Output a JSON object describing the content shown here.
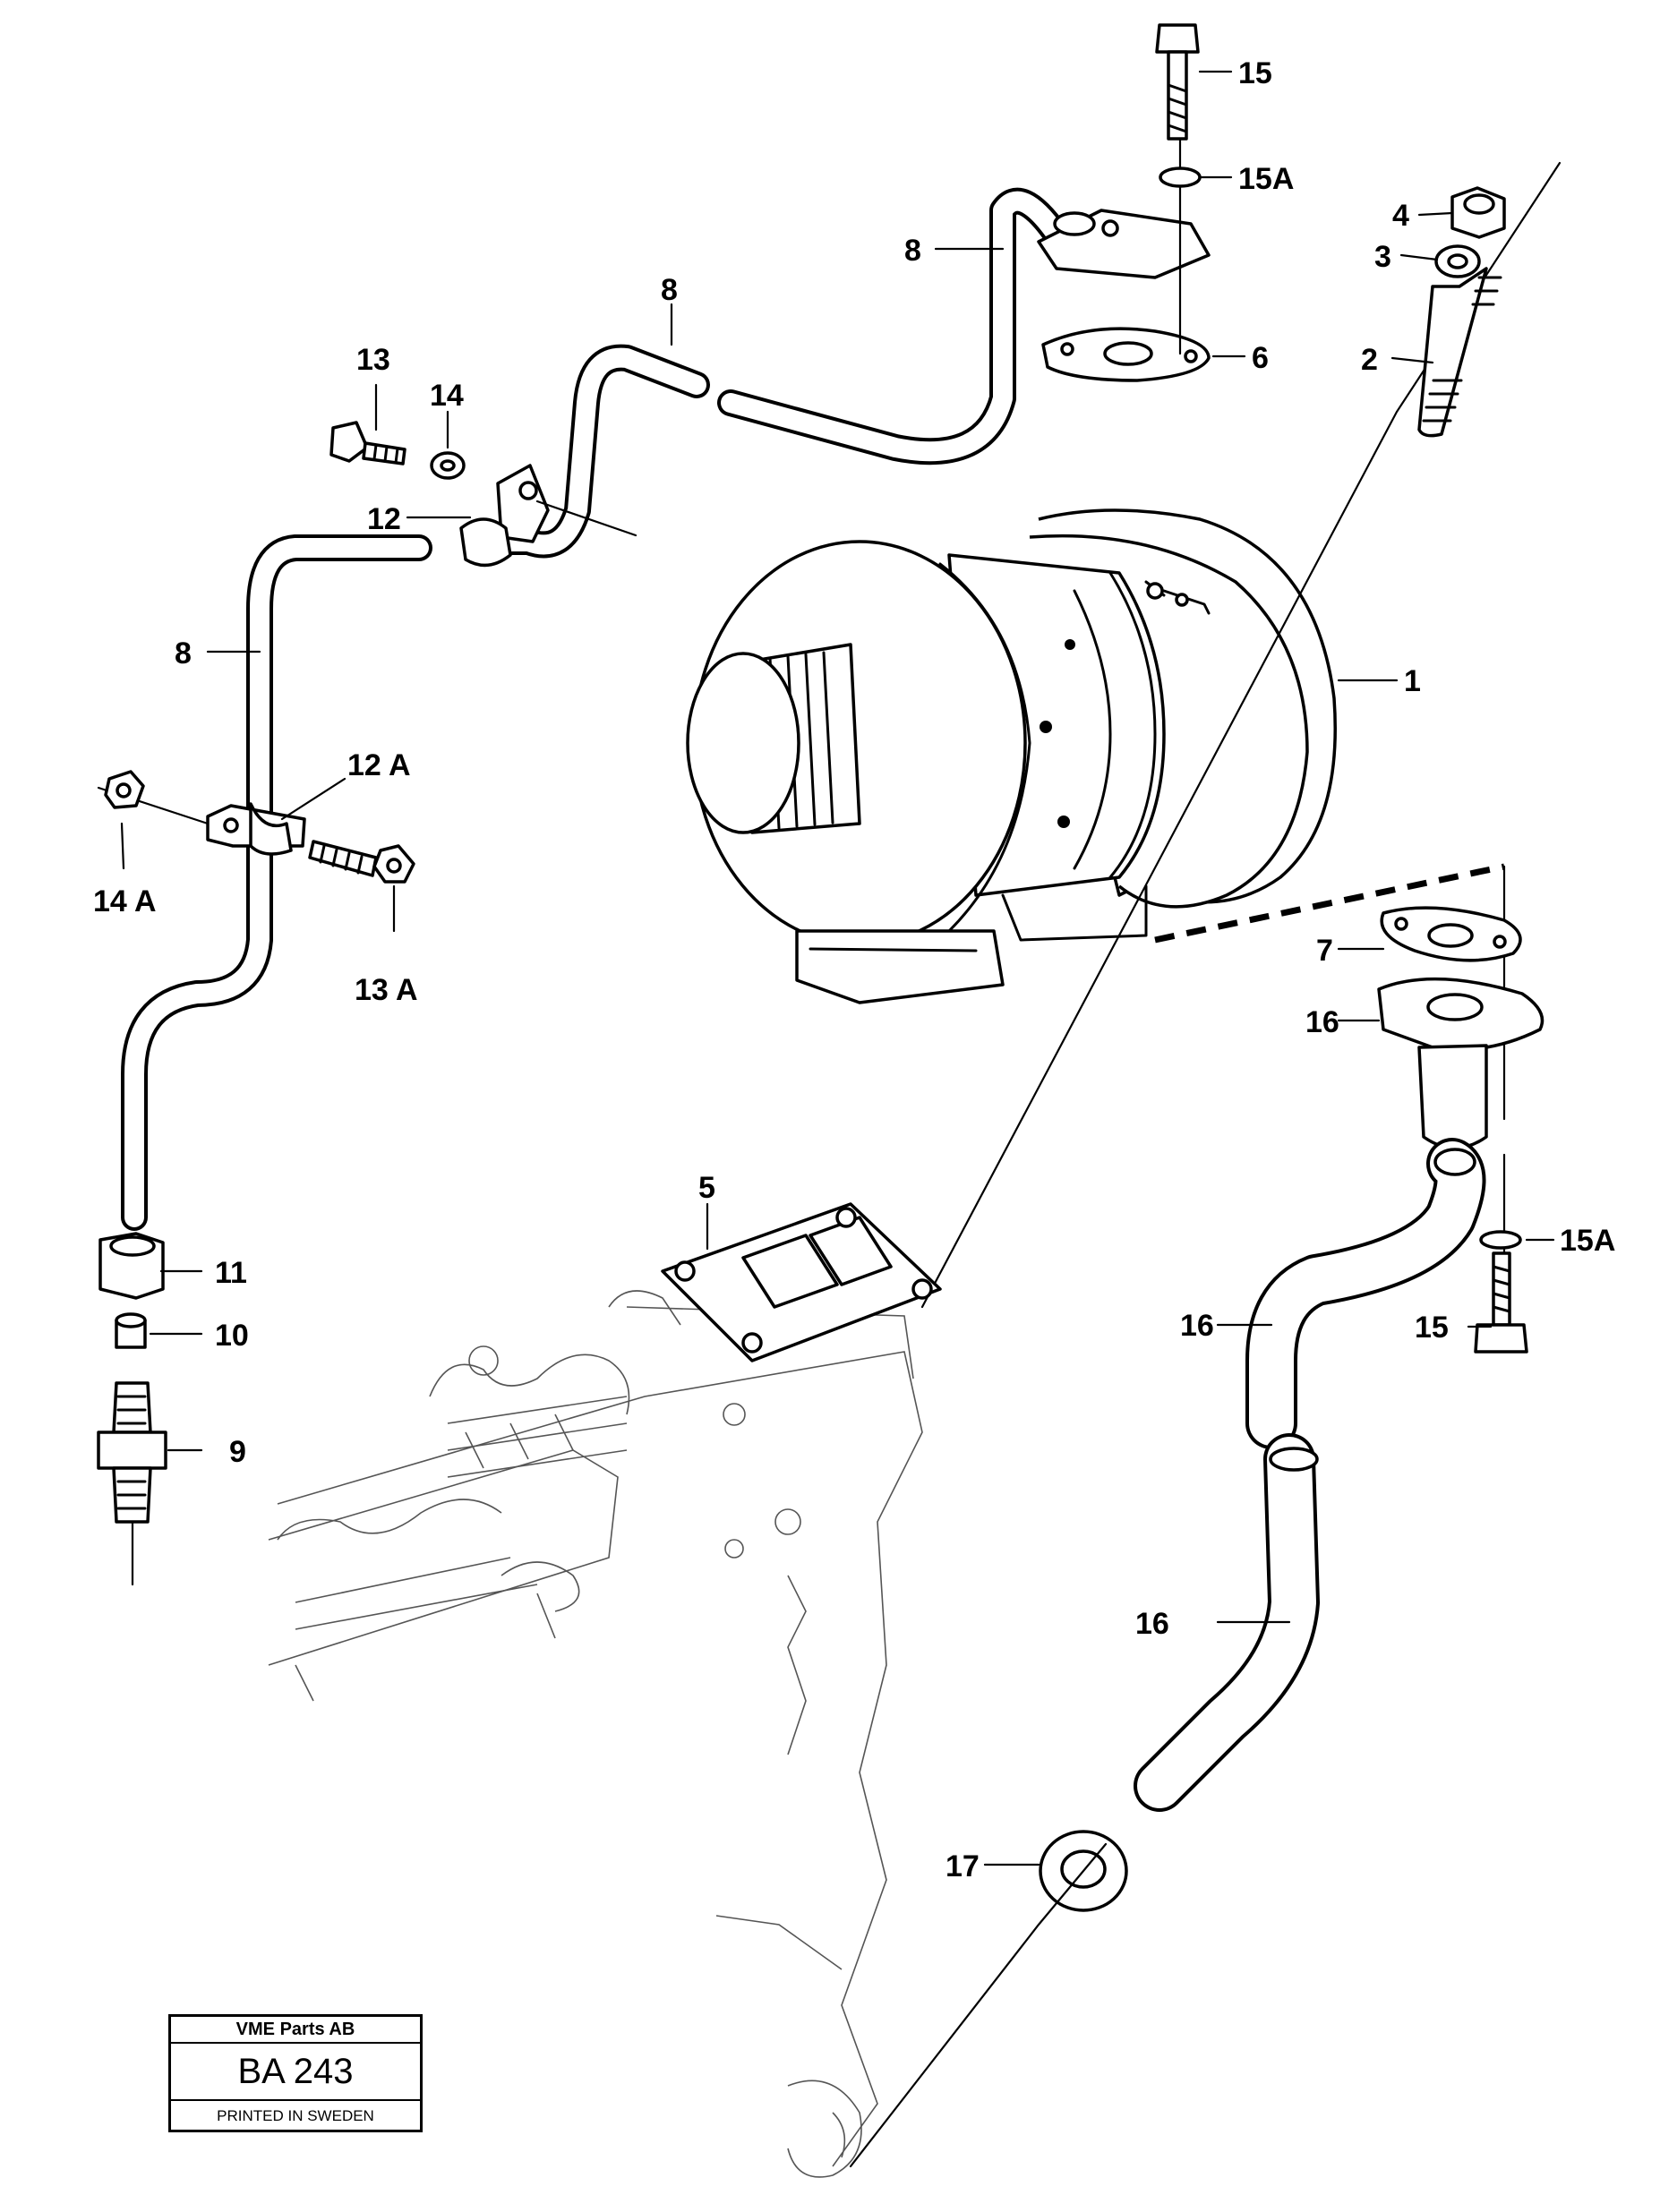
{
  "labels": {
    "p1": "1",
    "p2": "2",
    "p3": "3",
    "p4": "4",
    "p5": "5",
    "p6": "6",
    "p7": "7",
    "p8a": "8",
    "p8b": "8",
    "p8c": "8",
    "p9": "9",
    "p10": "10",
    "p11": "11",
    "p12": "12",
    "p12a": "12 A",
    "p13": "13",
    "p13a": "13 A",
    "p14": "14",
    "p14a": "14 A",
    "p15a_top": "15",
    "p15A_top": "15A",
    "p15A_right": "15A",
    "p15_right": "15",
    "p16a": "16",
    "p16b": "16",
    "p16c": "16",
    "p17": "17"
  },
  "stamp": {
    "company": "VME Parts AB",
    "code": "BA 243",
    "printed": "PRINTED IN SWEDEN"
  }
}
